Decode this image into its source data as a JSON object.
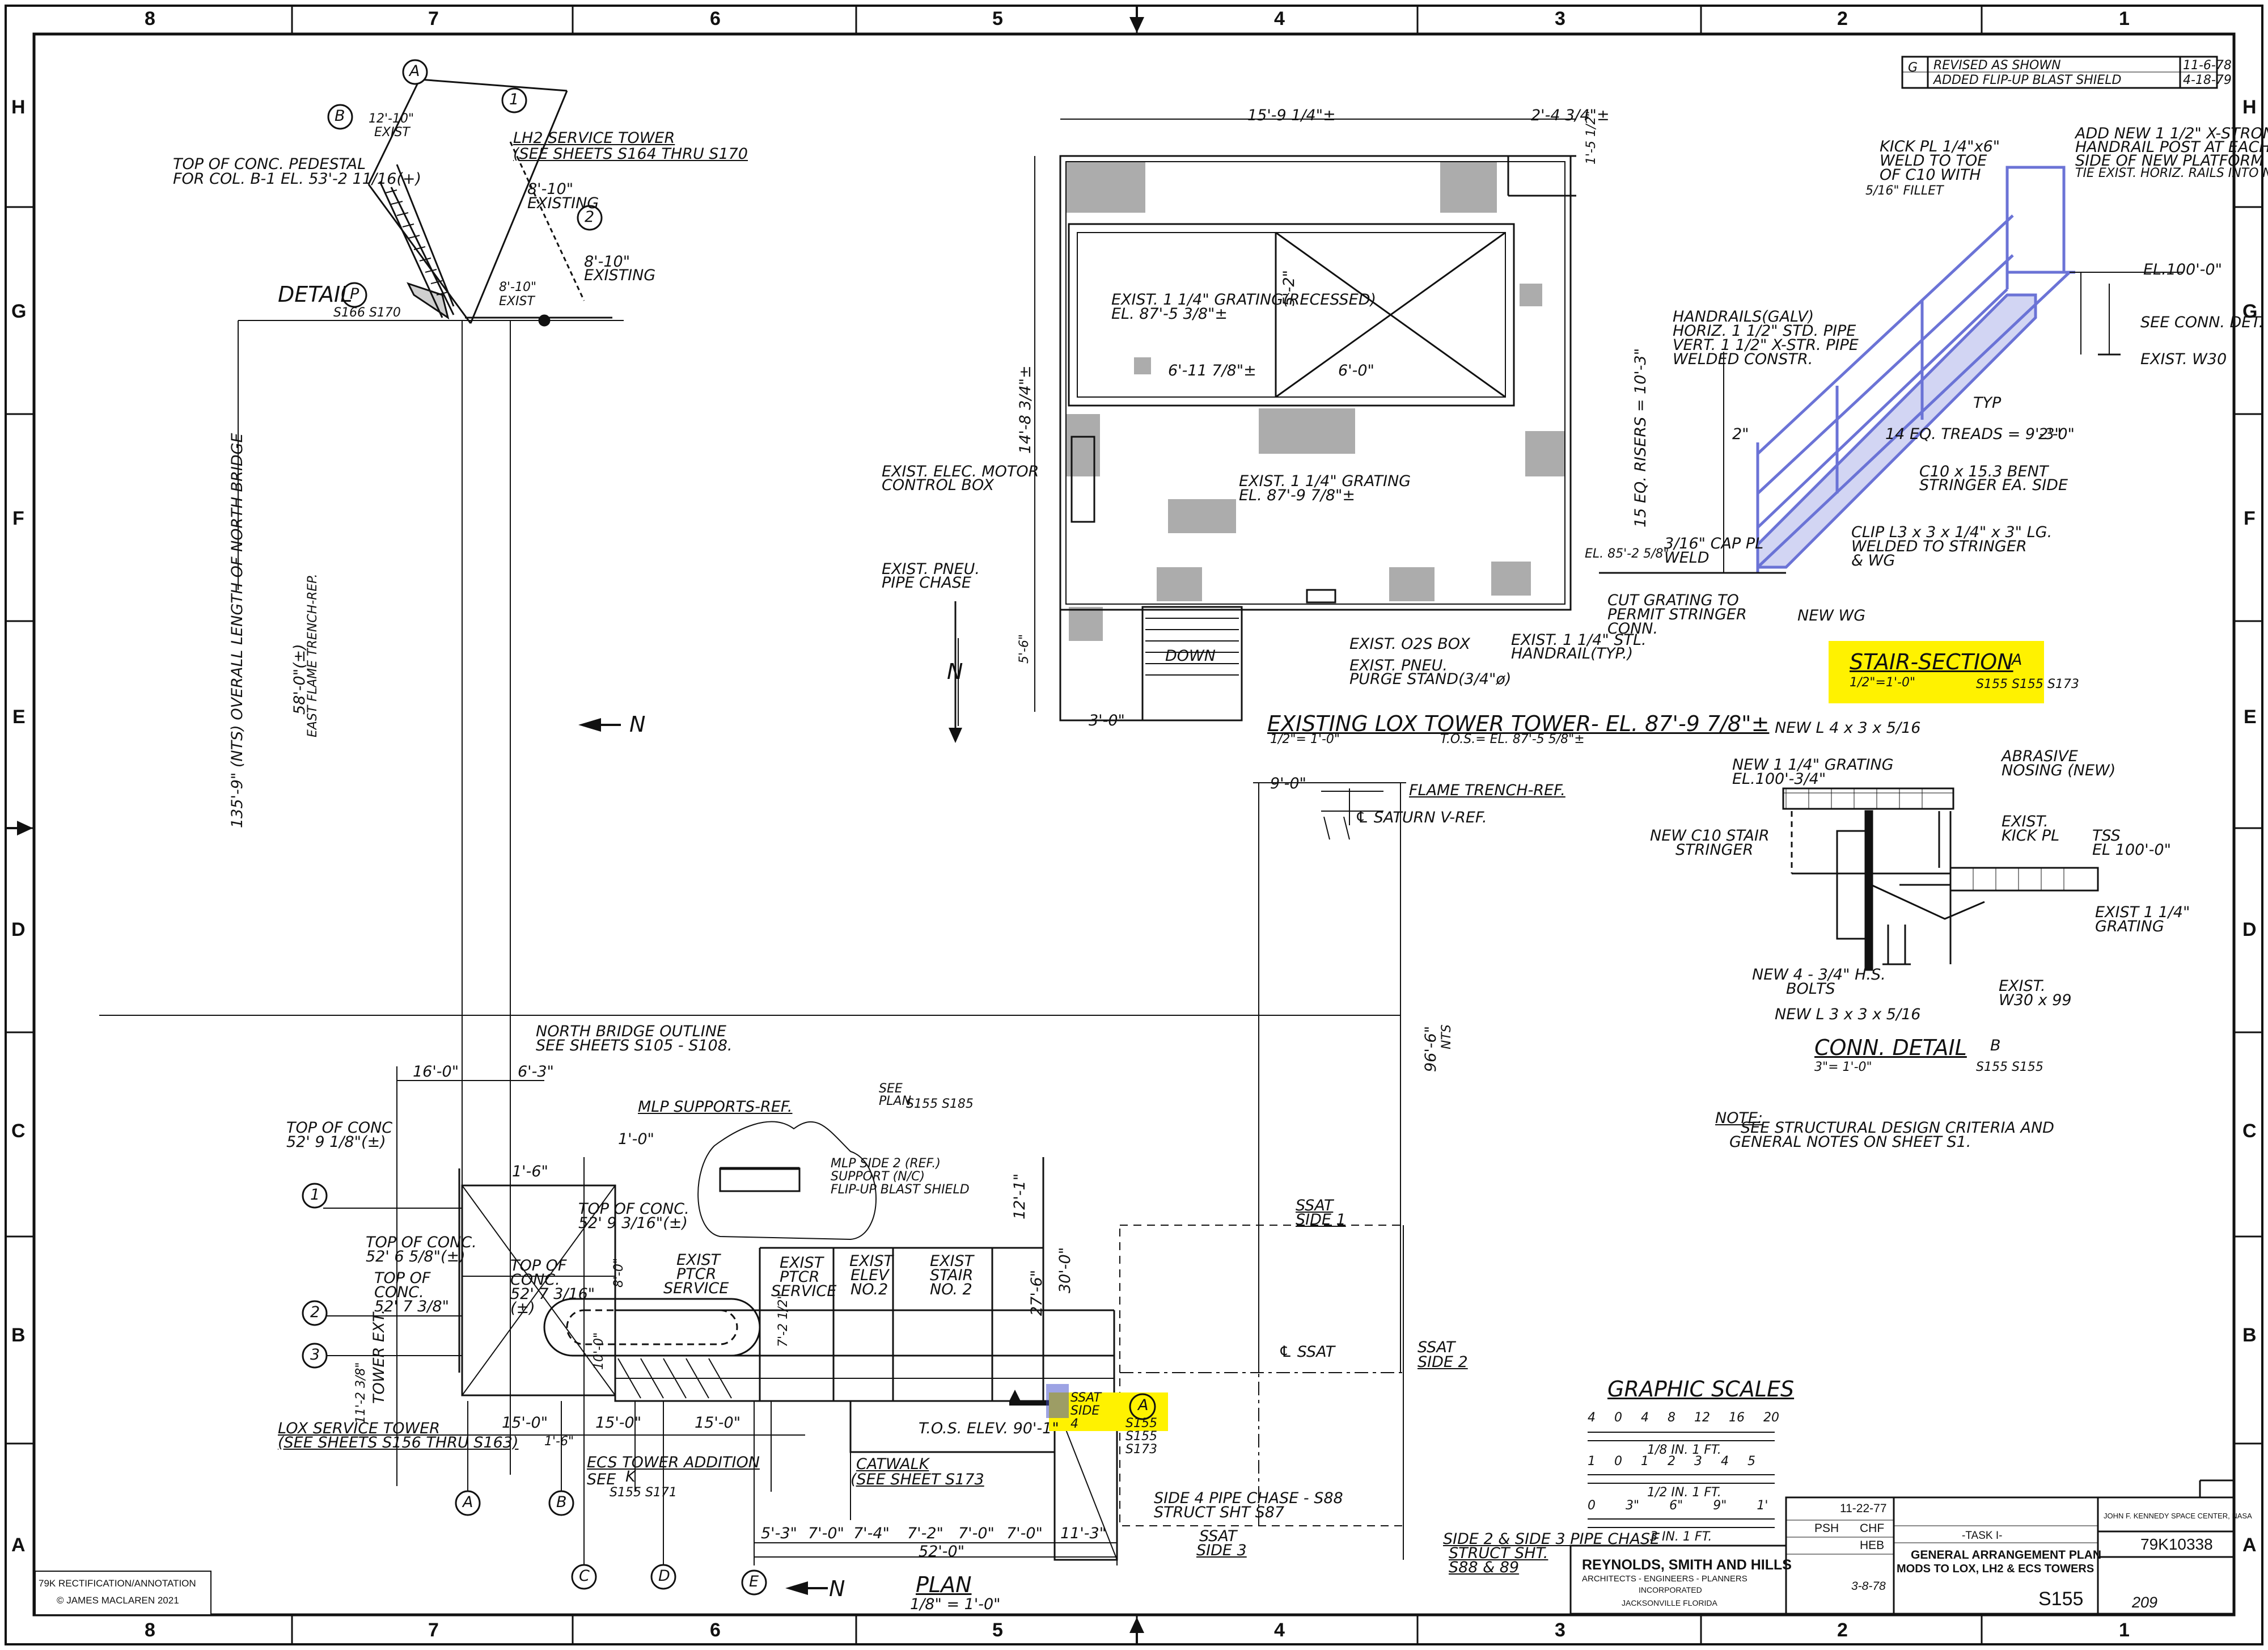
{
  "colors": {
    "highlight": "#fff200",
    "stair": "#6b73d6",
    "ink": "#111111"
  },
  "grid": {
    "columns": [
      "8",
      "7",
      "6",
      "5",
      "4",
      "3",
      "2",
      "1"
    ],
    "rows": [
      "H",
      "G",
      "F",
      "E",
      "D",
      "C",
      "B",
      "A"
    ]
  },
  "revision": {
    "mark": "G",
    "desc1": "REVISED AS SHOWN",
    "desc2": "ADDED FLIP-UP BLAST SHIELD",
    "date1": "11-6-78",
    "date2": "4-18-79"
  },
  "detail_p": {
    "tower": "LH2 SERVICE TOWER",
    "tower_ref": "(SEE SHEETS S164 THRU S170",
    "top_conc": "TOP OF CONC. PEDESTAL",
    "top_conc2": "FOR COL. B-1 EL. 53'-2 11/16(+)",
    "dim1": "8'-10\"",
    "dim1b": "EXISTING",
    "dim2": "8'-10\"",
    "dim2b": "EXISTING",
    "dim3": "8'-10\"",
    "dim3b": "EXIST",
    "detail": "DETAIL",
    "detail_mark": "P",
    "detail_ref": "S166 S170",
    "bubble_a": "A",
    "bubble_b": "B",
    "bubble_1": "1",
    "bubble_2": "2",
    "dim_top": "12'-10\"",
    "dim_top2": "EXIST"
  },
  "lox_plan": {
    "dim_top": "15'-9 1/4\"±",
    "dim_top2": "2'-4 3/4\"±",
    "dim_right": "1'-5 1/2\"",
    "dim_left": "14'-8 3/4\"±",
    "dim_left2": "5'-6\"",
    "dim_mid": "6'-11 7/8\"±",
    "dim_mid2": "6'-0\"",
    "dim_mid3": "5'-2\"",
    "grating_recessed": "EXIST. 1 1/4\" GRATING(RECESSED)",
    "grating_recessed2": "EL. 87'-5 3/8\"±",
    "motor": "EXIST. ELEC. MOTOR",
    "motor2": "CONTROL BOX",
    "pneu": "EXIST. PNEU.",
    "pneu2": "PIPE CHASE",
    "grating": "EXIST. 1 1/4\" GRATING",
    "grating2": "EL. 87'-9 7/8\"±",
    "down": "DOWN",
    "o2": "EXIST. O2S BOX",
    "purge": "EXIST. PNEU.",
    "purge2": "PURGE STAND(3/4\"ø)",
    "handrail": "EXIST. 1 1/4\" STL.",
    "handrail2": "HANDRAIL(TYP.)",
    "dim_bot": "3'-0\"",
    "title": "EXISTING LOX TOWER TOWER- EL. 87'-9 7/8\"±",
    "scale": "1/2\"= 1'-0\"",
    "tos": "T.O.S.= EL. 87'-5 5/8\"±",
    "north": "N"
  },
  "stair_section": {
    "title": "STAIR-SECTION",
    "mark": "A",
    "scale": "1/2\"=1'-0\"",
    "ref": "S155 S155 S173",
    "kick": "KICK PL 1/4\"x6\"",
    "kick2": "WELD TO TOE",
    "kick3": "OF C10 WITH",
    "kick4": "5/16\" FILLET",
    "add_post": "ADD NEW 1 1/2\" X-STRONG",
    "add_post2": "HANDRAIL POST AT EACH",
    "add_post3": "SIDE OF NEW PLATFORM",
    "add_post4": "TIE EXIST. HORIZ. RAILS INTO NEW POST",
    "handrails": "HANDRAILS(GALV)",
    "handrails2": "HORIZ. 1 1/2\" STD. PIPE",
    "handrails3": "VERT. 1 1/2\" X-STR. PIPE",
    "handrails4": "WELDED CONSTR.",
    "el100": "EL.100'-0\"",
    "see_conn": "SEE CONN. DET.",
    "exist_w": "EXIST. W30",
    "typ": "TYP",
    "treads": "14 EQ. TREADS = 9'-3\"",
    "dim_2": "2\"",
    "dim_20": "2'-0\"",
    "risers": "15 EQ. RISERS = 10'-3\"",
    "c10": "C10 x 15.3 BENT",
    "c10b": "STRINGER EA. SIDE",
    "clip": "CLIP L3 x 3 x 1/4\" x 3\" LG.",
    "clip2": "WELDED TO STRINGER",
    "clip3": "& WG",
    "cap": "3/16\" CAP PL",
    "cap2": "WELD",
    "el855": "EL. 85'-2 5/8\"",
    "cut": "CUT GRATING TO",
    "cut2": "PERMIT STRINGER",
    "cut3": "CONN.",
    "new_wg": "NEW WG"
  },
  "conn_detail": {
    "new_l": "NEW L 4 x 3 x 5/16",
    "new_grating": "NEW 1 1/4\" GRATING",
    "new_grating2": "EL.100'-3/4\"",
    "abrasive": "ABRASIVE",
    "abrasive2": "NOSING (NEW)",
    "kick": "EXIST.",
    "kick2": "KICK PL",
    "tss": "TSS",
    "tss2": "EL 100'-0\"",
    "c10": "NEW C10 STAIR",
    "c10b": "STRINGER",
    "exist_grating": "EXIST 1 1/4\"",
    "exist_grating2": "GRATING",
    "bolts": "NEW 4 - 3/4\" H.S.",
    "bolts2": "BOLTS",
    "angle": "NEW L 3 x 3 x 5/16",
    "exist_w": "EXIST.",
    "exist_w2": "W30 x 99",
    "title": "CONN. DETAIL",
    "mark": "B",
    "scale": "3\"= 1'-0\"",
    "ref": "S155 S155"
  },
  "note": {
    "title": "NOTE:",
    "line1": "SEE STRUCTURAL DESIGN CRITERIA AND",
    "line2": "GENERAL NOTES ON SHEET S1."
  },
  "ref_lines": {
    "flame": "FLAME TRENCH-REF.",
    "saturn": "℄ SATURN V-REF.",
    "dim_90": "9'-0\"",
    "dim_96": "96'-6\"",
    "nts": "NTS",
    "overall": "135'-9\" (NTS) OVERALL LENGTH OF NORTH BRIDGE",
    "flame_rep": "58'-0\"(±)",
    "flame_rep2": "EAST FLAME TRENCH-REP.",
    "north": "N"
  },
  "plan": {
    "north_bridge": "NORTH BRIDGE OUTLINE",
    "north_bridge2": "SEE SHEETS S105 - S108.",
    "dim_16": "16'-0\"",
    "dim_63": "6'-3\"",
    "mlp": "MLP SUPPORTS-REF.",
    "see_plan": "SEE",
    "see_plan2": "PLAN",
    "see_plan_ref": "S155 S185",
    "top_conc1": "TOP OF CONC",
    "top_conc1b": "52' 9 1/8\"(±)",
    "mlp_side": "MLP SIDE 2 (REF.)",
    "support": "SUPPORT (N/C)",
    "flip": "FLIP-UP BLAST SHIELD",
    "dim_10": "1'-0\"",
    "dim_16b": "1'-6\"",
    "top_conc2": "TOP OF CONC.",
    "top_conc2b": "52' 9 3/16\"(±)",
    "top_conc3": "TOP OF CONC.",
    "top_conc3b": "52' 6 5/8\"(±)",
    "top_conc4": "TOP OF",
    "top_conc4b": "CONC.",
    "top_conc4c": "52' 7 3/8\"",
    "top_conc5": "TOP OF",
    "top_conc5b": "CONC.",
    "top_conc5c": "52' 7 3/16\"",
    "top_conc5d": "(±)",
    "ptcr_service": "EXIST",
    "ptcr_service2": "PTCR",
    "ptcr_service3": "SERVICE",
    "ptcr_service_b": "EXIST",
    "ptcr_service_b2": "PTCR",
    "ptcr_service_b3": "SERVICE",
    "elev": "EXIST",
    "elev2": "ELEV",
    "elev3": "NO.2",
    "stair": "EXIST",
    "stair2": "STAIR",
    "stair3": "NO. 2",
    "dim_27": "27'-6\"",
    "dim_30": "30'-0\"",
    "dim_12": "12'-1\"",
    "dim_11": "11'-2 3/8\"",
    "tower_ext": "TOWER EXT.",
    "dim_15a": "15'-0\"",
    "dim_15b": "15'-0\"",
    "dim_15c": "15'-0\"",
    "dim_16c": "1'-6\"",
    "lox_tower": "LOX SERVICE TOWER",
    "lox_tower2": "(SEE SHEETS S156 THRU S163)",
    "ecs": "ECS TOWER ADDITION",
    "ecs2": "SEE",
    "ecs_mark": "K",
    "ecs_ref": "S155 S171",
    "catwalk": "CATWALK",
    "catwalk2": "(SEE SHEET S173",
    "tos": "T.O.S. ELEV. 90'-1\"",
    "ssat_side4": "SSAT SIDE 4",
    "ssat_side1": "SSAT",
    "ssat_side1b": "SIDE 1",
    "ssat_side2": "SSAT",
    "ssat_side2b": "SIDE 2",
    "ssat_side3": "SSAT",
    "ssat_side3b": "SIDE 3",
    "ssat_cl": "℄ SSAT",
    "side4": "SIDE 4 PIPE CHASE - S88",
    "side4b": "STRUCT SHT S87",
    "side2": "SIDE 2 & SIDE 3 PIPE CHASE",
    "side2b": "STRUCT SHT.",
    "side2c": "S88 & 89",
    "dims_bottom": [
      "5'-3\"",
      "7'-0\"",
      "7'-4\"",
      "7'-2\"",
      "7'-0\"",
      "7'-0\"",
      "11'-3\""
    ],
    "dim_52": "52'-0\"",
    "plan_title": "PLAN",
    "plan_scale": "1/8\" = 1'-0\"",
    "north": "N",
    "callout_mark": "A",
    "callout_ref": "S155 S155 S173",
    "bubbles_left": [
      "1",
      "2",
      "3"
    ],
    "bubbles_bottom": [
      "A",
      "B",
      "C",
      "D",
      "E"
    ],
    "dim_8": "8'-0\"",
    "dim_10b": "10'-0\"",
    "dim_75": "7'-2 1/2\""
  },
  "graphic_scales": {
    "title": "GRAPHIC SCALES",
    "s1": "1/8 IN. 1 FT.",
    "s1_ticks": [
      "4",
      "0",
      "4",
      "8",
      "12",
      "16",
      "20"
    ],
    "s2": "1/2 IN. 1 FT.",
    "s2_ticks": [
      "1",
      "0",
      "1",
      "2",
      "3",
      "4",
      "5"
    ],
    "s3": "3 IN. 1 FT.",
    "s3_ticks": [
      "0",
      "3\"",
      "6\"",
      "9\"",
      "1'"
    ]
  },
  "title_block": {
    "firm": "REYNOLDS, SMITH AND HILLS",
    "firm2": "ARCHITECTS - ENGINEERS - PLANNERS",
    "firm3": "INCORPORATED",
    "firm4": "JACKSONVILLE  FLORIDA",
    "date": "11-22-77",
    "drawn": "PSH",
    "chk": "CHF",
    "chk2": "HEB",
    "approved": "3-8-78",
    "task": "-TASK I-",
    "title1": "GENERAL ARRANGEMENT PLAN",
    "title2": "MODS TO LOX, LH2 & ECS TOWERS",
    "center": "JOHN F. KENNEDY SPACE CENTER, NASA",
    "dwg": "79K10338",
    "sheet": "S155",
    "sheet_no": "209"
  },
  "credit": {
    "line1": "79K RECTIFICATION/ANNOTATION",
    "line2": "© JAMES MACLAREN 2021"
  }
}
